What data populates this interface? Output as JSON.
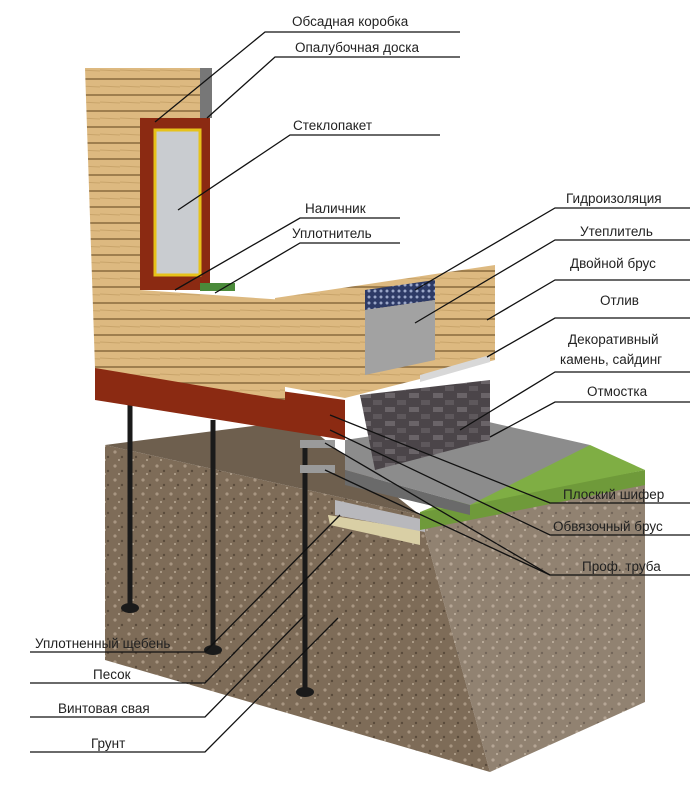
{
  "title": "Фундамент на винтовых сваях — схема",
  "labels": {
    "casing_box": "Обсадная коробка",
    "formwork_board": "Опалубочная доска",
    "glass_unit": "Стеклопакет",
    "trim": "Наличник",
    "sealant": "Уплотнитель",
    "waterproofing": "Гидроизоляция",
    "insulation": "Утеплитель",
    "double_beam": "Двойной брус",
    "drip": "Отлив",
    "decor_1": "Декоративный",
    "decor_2": "камень, сайдинг",
    "blind_area": "Отмостка",
    "flat_slate": "Плоский шифер",
    "strapping_beam": "Обвязочный брус",
    "prof_pipe": "Проф. труба",
    "crushed_stone": "Уплотненный щебень",
    "sand": "Песок",
    "screw_pile": "Винтовая свая",
    "soil": "Грунт"
  },
  "colors": {
    "wood": "#d9b57c",
    "wood_dark": "#a9824d",
    "red_beam": "#8b2a12",
    "soil": "#7d6b57",
    "grass": "#6f9a3a",
    "concrete": "#8c8c8c",
    "stone": "#4a4448"
  }
}
